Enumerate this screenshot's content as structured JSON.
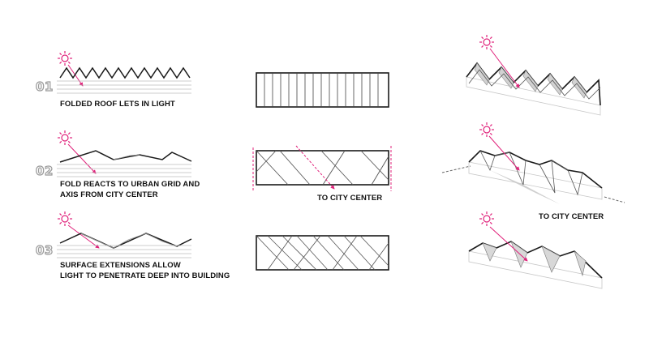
{
  "rows": [
    {
      "number": "01",
      "caption_lines": [
        "FOLDED ROOF LETS IN LIGHT"
      ]
    },
    {
      "number": "02",
      "caption_lines": [
        "FOLD REACTS TO URBAN GRID AND",
        "AXIS FROM CITY CENTER"
      ],
      "plan_label": "TO CITY CENTER",
      "axon_label": "TO CITY CENTER"
    },
    {
      "number": "03",
      "caption_lines": [
        "SURFACE EXTENSIONS ALLOW",
        "LIGHT TO PENETRATE DEEP INTO BUILDING"
      ]
    }
  ],
  "colors": {
    "accent": "#e0217a",
    "line": "#1a1a1a",
    "grey": "#888888"
  },
  "icons": {
    "sun": "sun-icon"
  }
}
